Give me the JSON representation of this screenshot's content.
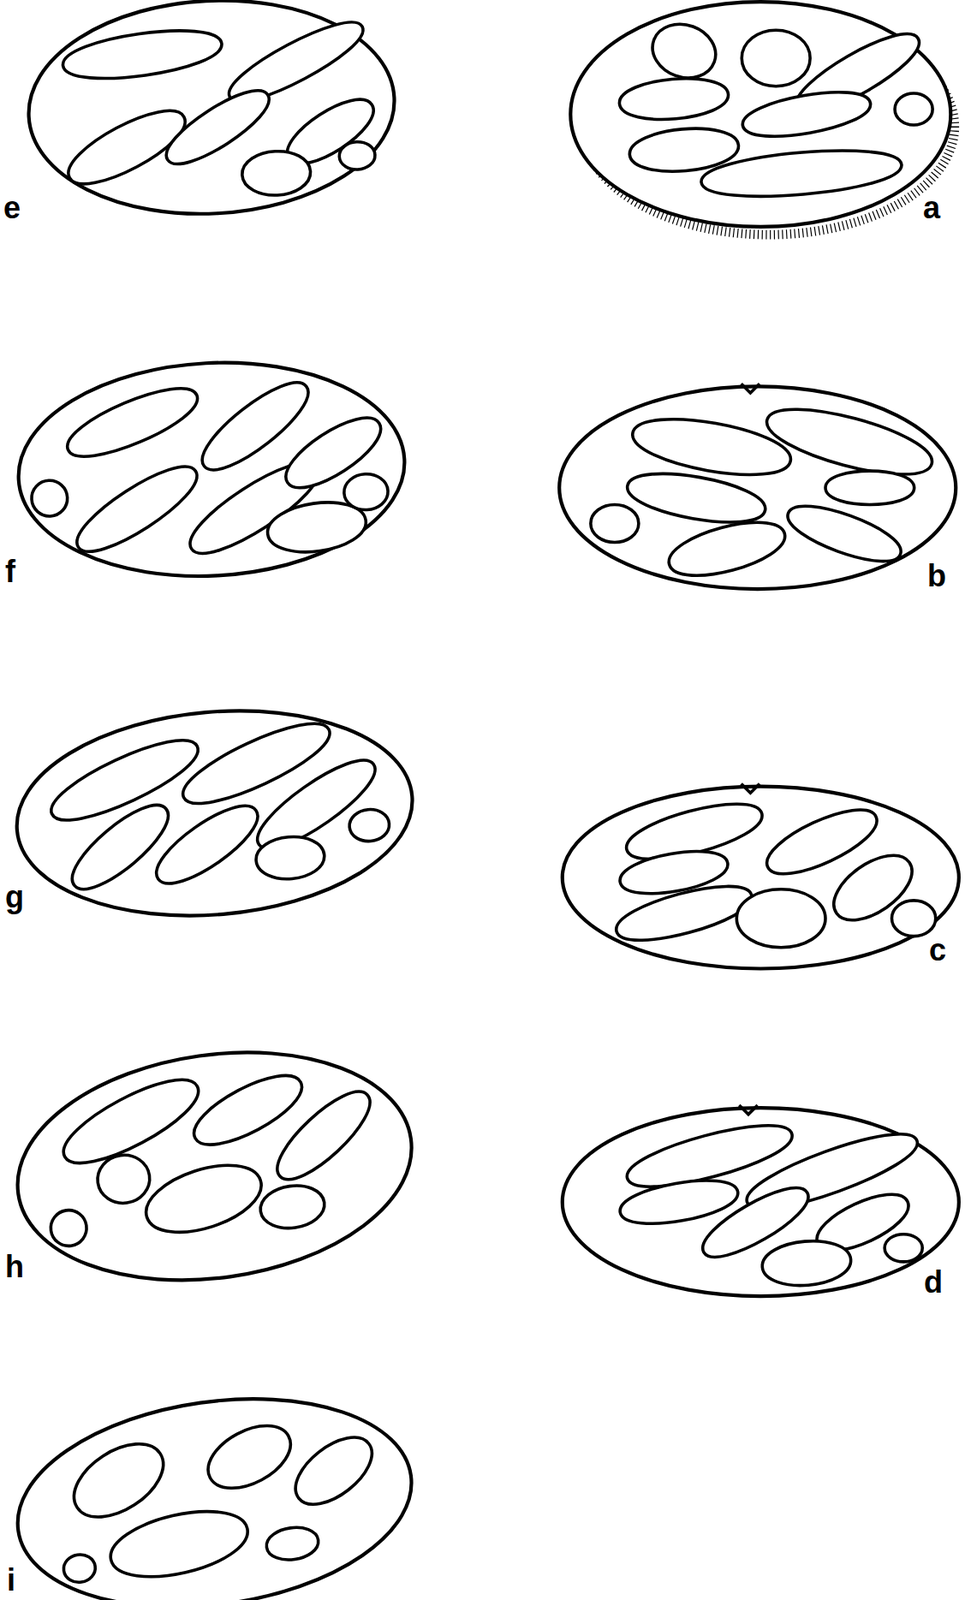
{
  "diagram": {
    "labels": [
      "e",
      "a",
      "f",
      "b",
      "g",
      "c",
      "h",
      "d",
      "i"
    ]
  }
}
